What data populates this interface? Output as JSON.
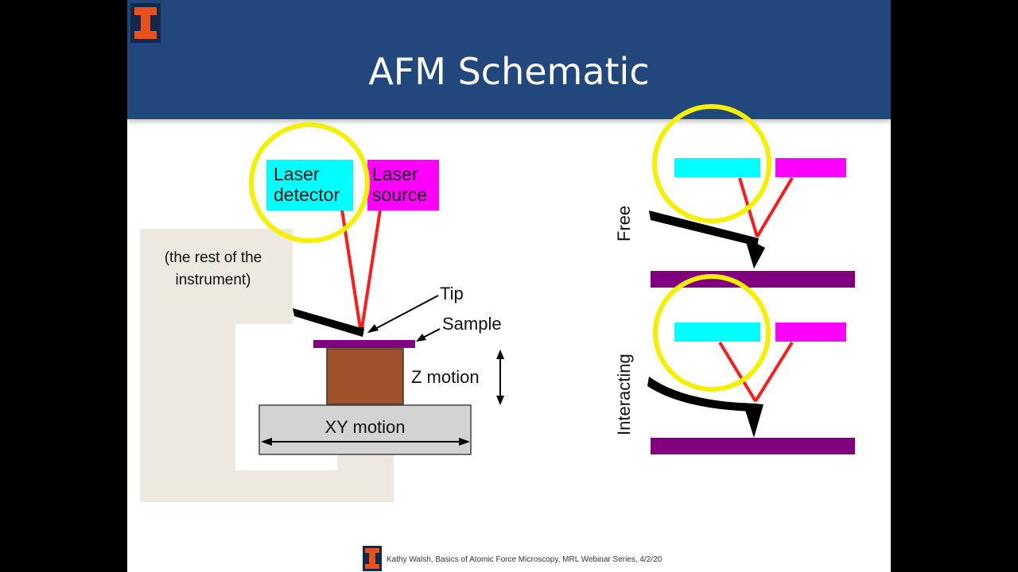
{
  "slide": {
    "title": "AFM Schematic",
    "footer": "Kathy Walsh, Basics of Atomic Force Microscopy, MRL Webinar Series, 4/2/20",
    "logo_icon": "block-I-logo"
  },
  "left_diagram": {
    "instrument_label_line1": "(the rest of the",
    "instrument_label_line2": "instrument)",
    "detector_line1": "Laser",
    "detector_line2": "detector",
    "source_line1": "Laser",
    "source_line2": "source",
    "tip_label": "Tip",
    "sample_label": "Sample",
    "z_label": "Z motion",
    "xy_label": "XY motion"
  },
  "right_diagram": {
    "free_label": "Free",
    "interacting_label": "Interacting"
  },
  "colors": {
    "title_bar": "#21477d",
    "logo_orange": "#e8501c",
    "logo_navy": "#13294b",
    "cyan": "#00ffff",
    "magenta": "#ff00ff",
    "laser": "#ff1a1a",
    "highlight": "#f5f000",
    "sample": "#800080",
    "z_stage": "#a0522d",
    "xy_stage": "#d3d3d3",
    "instrument": "#ede9e0"
  }
}
